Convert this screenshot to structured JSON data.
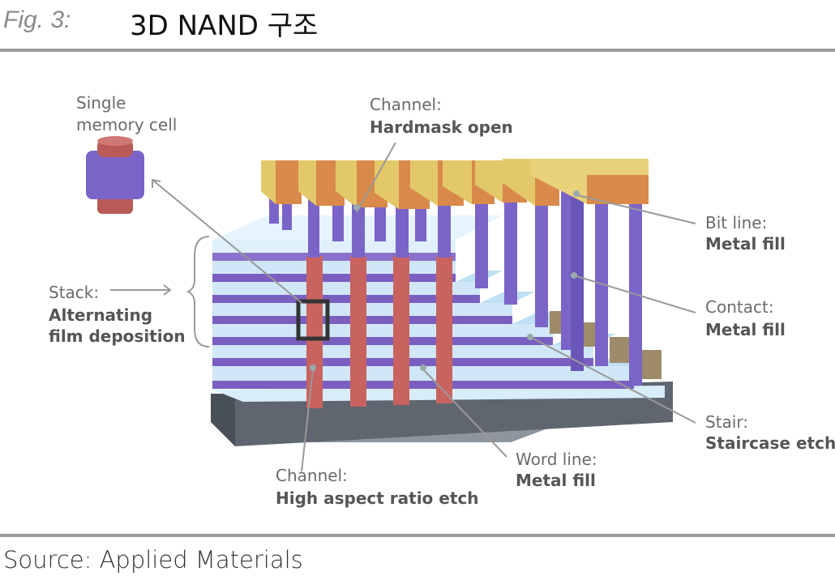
{
  "header": {
    "figure_label": "Fig. 3:",
    "title": "3D NAND 구조"
  },
  "footer": {
    "source": "Source: Applied Materials"
  },
  "diagram": {
    "labels": {
      "single_cell": [
        "Single",
        "memory cell"
      ],
      "channel_top": [
        "Channel:",
        "Hardmask open"
      ],
      "stack": [
        "Stack:",
        "Alternating",
        "film deposition"
      ],
      "bit_line": [
        "Bit line:",
        "Metal fill"
      ],
      "contact": [
        "Contact:",
        "Metal fill"
      ],
      "stair": [
        "Stair:",
        "Staircase etch"
      ],
      "word_line": [
        "Word line:",
        "Metal fill"
      ],
      "channel_bottom": [
        "Channel:",
        "High aspect ratio etch"
      ]
    },
    "colors": {
      "bit_line_top": "#e9d77a",
      "bit_line_side": "#d98a4a",
      "word_line": "#7b5fc0",
      "film": "#cfe7f7",
      "channel": "#c9635f",
      "substrate": "#5f6670",
      "contact": "#7b64c8"
    }
  }
}
